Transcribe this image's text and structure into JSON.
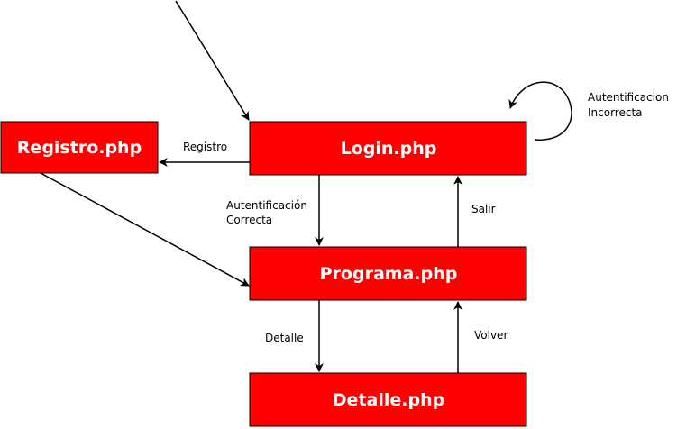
{
  "colors": {
    "node_fill": "#ff0000",
    "node_text": "#ffffff",
    "line": "#000000"
  },
  "nodes": {
    "registro": "Registro.php",
    "login": "Login.php",
    "programa": "Programa.php",
    "detalle": "Detalle.php"
  },
  "edges": {
    "registro": "Registro",
    "autenticacion_correcta": [
      "Autentificación",
      "Correcta"
    ],
    "autenticacion_incorrecta": [
      "Autentificacion",
      "Incorrecta"
    ],
    "salir": "Salir",
    "detalle": "Detalle",
    "volver": "Volver"
  }
}
